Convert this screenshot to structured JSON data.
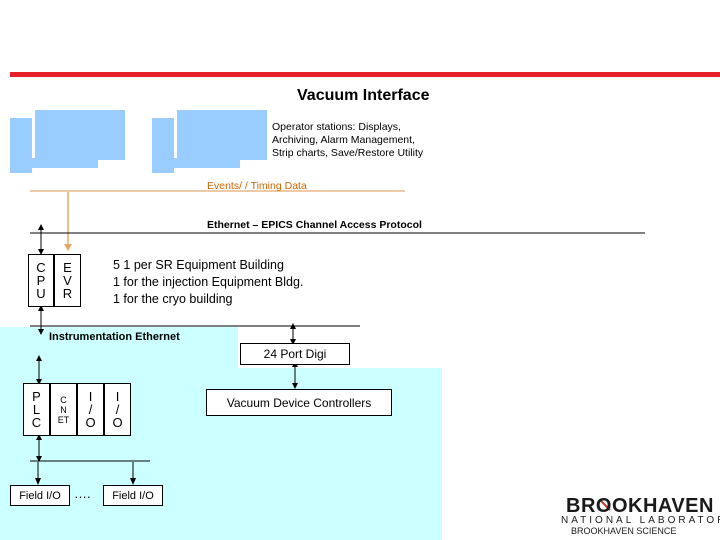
{
  "title": "Vacuum Interface",
  "operator_stations": {
    "lines": [
      "Operator stations: Displays,",
      "Archiving, Alarm Management,",
      "Strip charts, Save/Restore Utility"
    ]
  },
  "events_label": "Events/ / Timing Data",
  "ethernet_label": "Ethernet – EPICS Channel Access Protocol",
  "cpu_letters": "C\nP\nU",
  "evr_letters": "E\nV\nR",
  "distribution": {
    "lines": [
      "5 1 per SR Equipment Building",
      "1 for the injection Equipment Bldg.",
      "1 for the cryo building"
    ]
  },
  "instrumentation_label": "Instrumentation Ethernet",
  "digi_label": "24 Port Digi",
  "vacuum_controllers_label": "Vacuum Device Controllers",
  "plc_letters": "P\nL\nC",
  "cnet_letters": "C\nN\nET",
  "io1_letters": "I\n/\nO",
  "io2_letters": "I\n/\nO",
  "field_io_left": "Field I/O",
  "field_io_right": "Field I/O",
  "ellipsis": "….",
  "logo": {
    "main": "BROOKHAVEN",
    "sub": "NATIONAL LABORATORY",
    "science": "BROOKHAVEN SCIENCE"
  },
  "colors": {
    "header_bar": "#e8202a",
    "computer_blue": "#99ccff",
    "instrument_panel": "#ccffff",
    "events_line": "#e6b98a",
    "events_text": "#cc6600"
  }
}
